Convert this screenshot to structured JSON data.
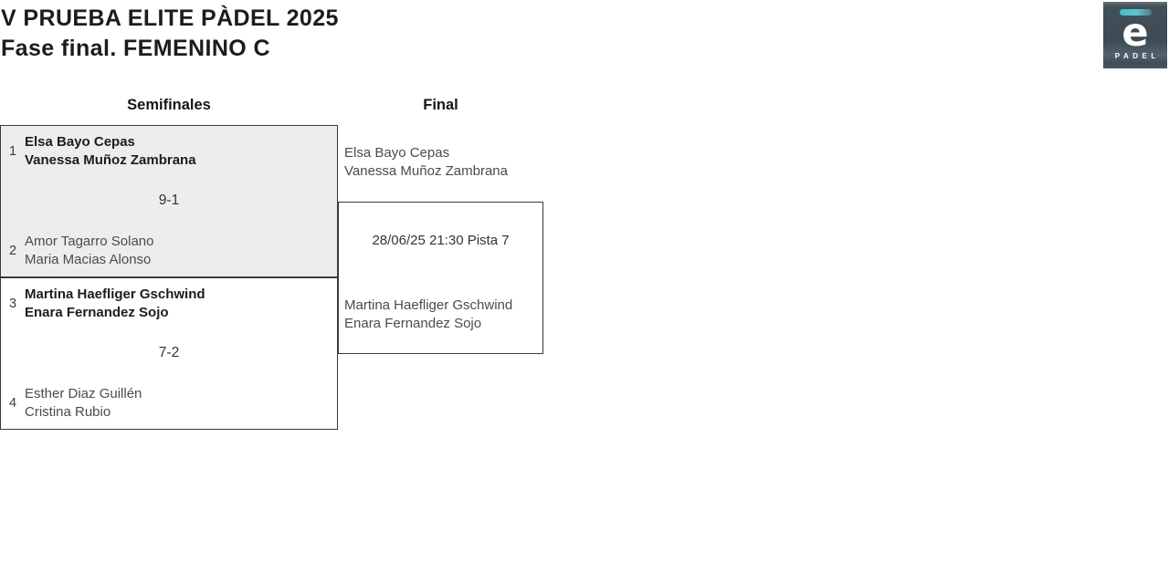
{
  "header": {
    "title_line1": "V PRUEBA ELITE PÀDEL 2025",
    "title_line2": "Fase final. FEMENINO C"
  },
  "logo": {
    "letter": "e",
    "wordmark": "PADEL",
    "bg_color": "#3e4b55",
    "accent_color": "#46bec6"
  },
  "colors": {
    "match_alt_bg": "#ededed",
    "border": "#3a3a3a",
    "winner_text": "#1d1d1d",
    "secondary_text": "#4b4b4b"
  },
  "bracket": {
    "round_labels": [
      "Semifinales",
      "Final"
    ],
    "semifinals": [
      {
        "top": {
          "seed": "1",
          "players": [
            "Elsa Bayo Cepas",
            "Vanessa Muñoz Zambrana"
          ],
          "winner": true
        },
        "score": "9-1",
        "bottom": {
          "seed": "2",
          "players": [
            "Amor Tagarro Solano",
            "Maria Macias Alonso"
          ],
          "winner": false
        }
      },
      {
        "top": {
          "seed": "3",
          "players": [
            "Martina Haefliger Gschwind",
            "Enara Fernandez Sojo"
          ],
          "winner": true
        },
        "score": "7-2",
        "bottom": {
          "seed": "4",
          "players": [
            "Esther Diaz Guillén",
            "Cristina Rubio"
          ],
          "winner": false
        }
      }
    ],
    "final": {
      "top_team": [
        "Elsa Bayo Cepas",
        "Vanessa Muñoz Zambrana"
      ],
      "schedule": "28/06/25 21:30 Pista 7",
      "bottom_team": [
        "Martina Haefliger Gschwind",
        "Enara Fernandez Sojo"
      ]
    }
  }
}
